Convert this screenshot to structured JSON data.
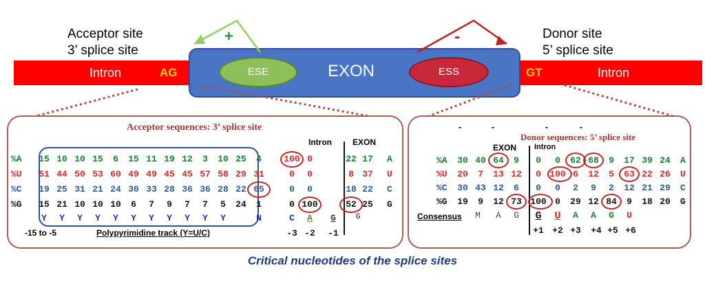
{
  "top": {
    "acceptor_line1": "Acceptor site",
    "acceptor_line2": "3’ splice site",
    "donor_line1": "Donor site",
    "donor_line2": "5’ splice site",
    "intron_left": "Intron",
    "intron_right": "Intron",
    "ag": "AG",
    "gt": "GT",
    "exon": "EXON",
    "ese": "ESE",
    "ess": "ESS",
    "plus": "+",
    "minus": "-"
  },
  "acceptor": {
    "title": "Acceptor sequences: 3’ splice site",
    "intron_hdr": "Intron",
    "exon_hdr": "EXON",
    "rows": [
      {
        "label": "%A",
        "color": "grn",
        "values": [
          "15",
          "10",
          "10",
          "15",
          "6",
          "15",
          "11",
          "19",
          "12",
          "3",
          "10",
          "25",
          "4",
          "100",
          "0",
          "22",
          "17"
        ],
        "end": "A"
      },
      {
        "label": "%U",
        "color": "red",
        "values": [
          "51",
          "44",
          "50",
          "53",
          "60",
          "49",
          "49",
          "45",
          "45",
          "57",
          "58",
          "29",
          "31",
          "0",
          "0",
          "8",
          "37"
        ],
        "end": "U"
      },
      {
        "label": "%C",
        "color": "blu",
        "values": [
          "19",
          "25",
          "31",
          "21",
          "24",
          "30",
          "33",
          "28",
          "36",
          "36",
          "28",
          "22",
          "65",
          "0",
          "0",
          "18",
          "22"
        ],
        "end": "C"
      },
      {
        "label": "%G",
        "color": "blk",
        "values": [
          "15",
          "21",
          "10",
          "10",
          "10",
          "6",
          "7",
          "9",
          "7",
          "7",
          "5",
          "24",
          "1",
          "0",
          "100",
          "52",
          "25"
        ],
        "end": "G"
      }
    ],
    "consensus": [
      "Y",
      "Y",
      "Y",
      "Y",
      "Y",
      "Y",
      "Y",
      "Y",
      "Y",
      "Y",
      "Y",
      "N",
      "C",
      "A",
      "G",
      "G"
    ],
    "range": "-15 to -5",
    "track": "Polypyrimidine track (Y=U/C)",
    "pos": [
      "-3",
      "-2",
      "-1"
    ]
  },
  "donor": {
    "title": "Donor sequences: 5’ splice site",
    "exon_hdr": "EXON",
    "intron_hdr": "Intron",
    "rows": [
      {
        "label": "%A",
        "color": "grn",
        "values": [
          "30",
          "40",
          "64",
          "9",
          "0",
          "0",
          "62",
          "68",
          "9",
          "17",
          "39",
          "24"
        ],
        "end": "A"
      },
      {
        "label": "%U",
        "color": "red",
        "values": [
          "20",
          "7",
          "13",
          "12",
          "0",
          "100",
          "6",
          "12",
          "5",
          "63",
          "22",
          "26"
        ],
        "end": "U"
      },
      {
        "label": "%C",
        "color": "blu",
        "values": [
          "30",
          "43",
          "12",
          "6",
          "0",
          "0",
          "2",
          "9",
          "2",
          "12",
          "21",
          "29"
        ],
        "end": "C"
      },
      {
        "label": "%G",
        "color": "blk",
        "values": [
          "19",
          "9",
          "12",
          "73",
          "100",
          "0",
          "29",
          "12",
          "84",
          "9",
          "18",
          "20"
        ],
        "end": "G"
      }
    ],
    "consensus_label": "Consensus",
    "consensus": [
      "M",
      "A",
      "G",
      "G",
      "U",
      "A",
      "A",
      "G",
      "U"
    ],
    "pos": [
      "+1",
      "+2",
      "+3",
      "+4",
      "+5",
      "+6"
    ],
    "dots": [
      "-",
      "-",
      "-",
      "-"
    ]
  },
  "caption": "Critical nucleotides of the splice sites",
  "colors": {
    "bar": "#ff0000",
    "exon": "#4a74c4",
    "ese": "#8fbf5a",
    "ess": "#c8283a",
    "box": "#b05a5a",
    "arrow_plus": "#90d060",
    "arrow_minus": "#c02020"
  }
}
